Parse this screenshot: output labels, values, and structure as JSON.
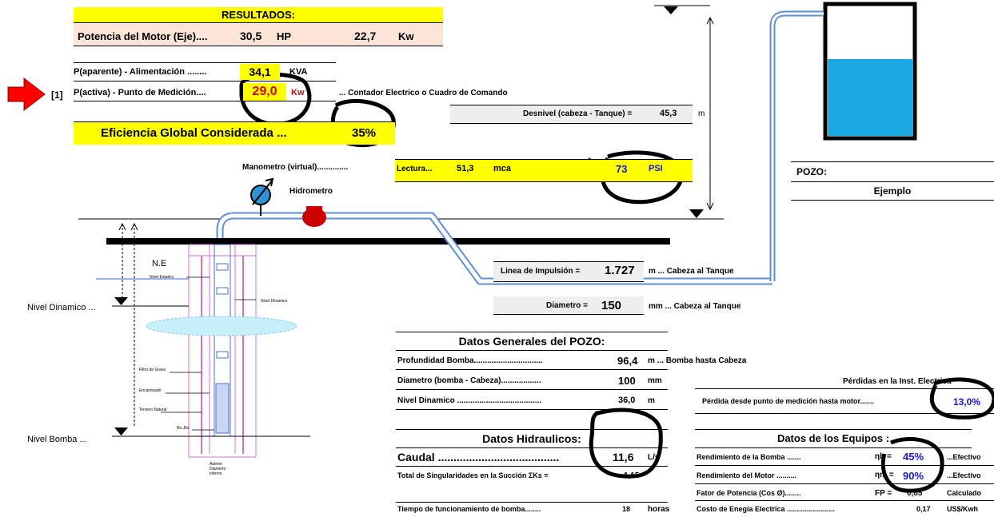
{
  "results": {
    "title": "RESULTADOS:",
    "motor_label": "Potencia del Motor (Eje)....",
    "motor_hp": "30,5",
    "hp_unit": "HP",
    "motor_kw": "22,7",
    "kw_unit": "Kw"
  },
  "apparent": {
    "label": "P(aparente) - Alimentación ........",
    "value": "34,1",
    "unit": "KVA"
  },
  "active": {
    "marker": "[1]",
    "label": "P(activa) - Punto de Medición....",
    "value": "29,0",
    "unit": "Kw",
    "note": "... Contador Electrico o Cuadro de Comando"
  },
  "efficiency": {
    "label": "Eficiencia Global Considerada ...",
    "value": "35%"
  },
  "desnivel": {
    "label": "Desnivel (cabeza - Tanque) =",
    "value": "45,3",
    "unit": "m"
  },
  "manometer": {
    "label": "Manometro (virtual)..............",
    "reading_label": "Lectura...",
    "reading_value": "51,3",
    "reading_unit": "mca",
    "psi_value": "73",
    "psi_unit": "PSI",
    "hidrometro": "Hidrometro"
  },
  "pozo": {
    "label": "POZO:",
    "name": "Ejemplo"
  },
  "impulsion": {
    "label": "Linea de Impulsión =",
    "value": "1.727",
    "unit": "m ... Cabeza al Tanque",
    "diam_label": "Diametro =",
    "diam_value": "150",
    "diam_unit": "mm ... Cabeza al Tanque"
  },
  "well_labels": {
    "ne": "N.E",
    "nivel_estatico": "Nivel Estatico",
    "nivel_dinamico_small": "Nivel Dinamico",
    "filtro": "Filtro de Grava",
    "encamisado": "Encamisado",
    "terreno": "Terreno Natural",
    "rejilla": "Re.Jlla",
    "ademe": "Ademe\nDiametro\nInterno",
    "nivel_dinamico": "Nivel Dinamico ...",
    "nivel_bomba": "Nivel Bomba ..."
  },
  "datos_generales": {
    "title": "Datos Generales del POZO:",
    "rows": [
      {
        "label": "Profundidad Bomba...............................",
        "value": "96,4",
        "unit": "m ... Bomba hasta Cabeza"
      },
      {
        "label": "Diametro (bomba - Cabeza)..................",
        "value": "100",
        "unit": "mm"
      },
      {
        "label": "Nivel Dinamico ......................................",
        "value": "36,0",
        "unit": "m"
      }
    ]
  },
  "perdidas": {
    "title": "Pérdidas en la Inst. Electrica",
    "label": "Pérdida desde punto de medición hasta motor.......",
    "value": "13,0%"
  },
  "hidraulicos": {
    "title": "Datos Hidraulicos:",
    "caudal_label": "Caudal .......................................",
    "caudal_value": "11,6",
    "caudal_unit": "L/s",
    "singularidades_label": "Total de Singularidades en la Succión  ΣKs =",
    "singularidades_value": "1,15",
    "tiempo_label": "Tiempo de funcionamiento de bomba........",
    "tiempo_value": "18",
    "tiempo_unit": "horas"
  },
  "equipos": {
    "title": "Datos de los Equipos :",
    "rows": [
      {
        "label": "Rendimiento de la Bomba .......",
        "sym": "ηb =",
        "value": "45%",
        "note": "...Efectivo"
      },
      {
        "label": "Rendimiento del Motor ..........",
        "sym": "ηm =",
        "value": "90%",
        "note": "...Efectivo"
      },
      {
        "label": "Fator de Potencia (Cos Ø)........",
        "sym": "FP =",
        "value": "0,85",
        "note": "Calculado"
      },
      {
        "label": "Costo de Enegía Electrica ........................",
        "sym": "",
        "value": "0,17",
        "note": "US$/Kwh"
      }
    ]
  },
  "colors": {
    "highlight": "#ffff00",
    "header_fill": "#fce4d6",
    "row_fill": "#eeeeee",
    "water": "#1aa8e0",
    "arrow_red": "#ff0000",
    "value_blue": "#1515d8",
    "value_red": "#d40000"
  }
}
